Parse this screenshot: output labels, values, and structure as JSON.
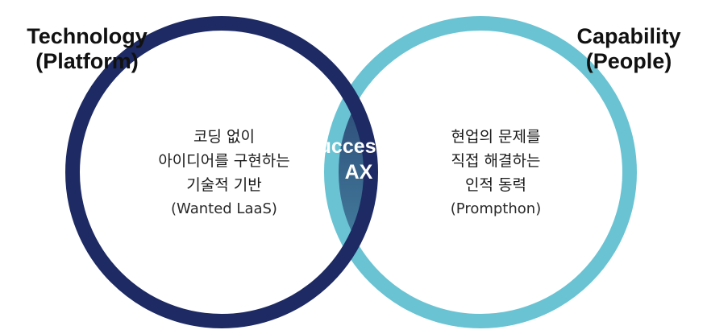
{
  "left_set": {
    "title_line1": "Technology",
    "title_line2": "(Platform)",
    "desc_line1": "코딩 없이",
    "desc_line2": "아이디어를 구현하는",
    "desc_line3": "기술적 기반",
    "desc_line4": "(Wanted LaaS)",
    "ring_color": "#1d2a63"
  },
  "right_set": {
    "title_line1": "Capability",
    "title_line2": "(People)",
    "desc_line1": "현업의 문제를",
    "desc_line2": "직접 해결하는",
    "desc_line3": "인적 동력",
    "desc_line4": "(Prompthon)",
    "ring_color": "#6ac3d3"
  },
  "intersection": {
    "label_line1": "Successful",
    "label_line2": "AX",
    "gradient_top": "#223366",
    "gradient_bottom": "#4f97b0"
  }
}
